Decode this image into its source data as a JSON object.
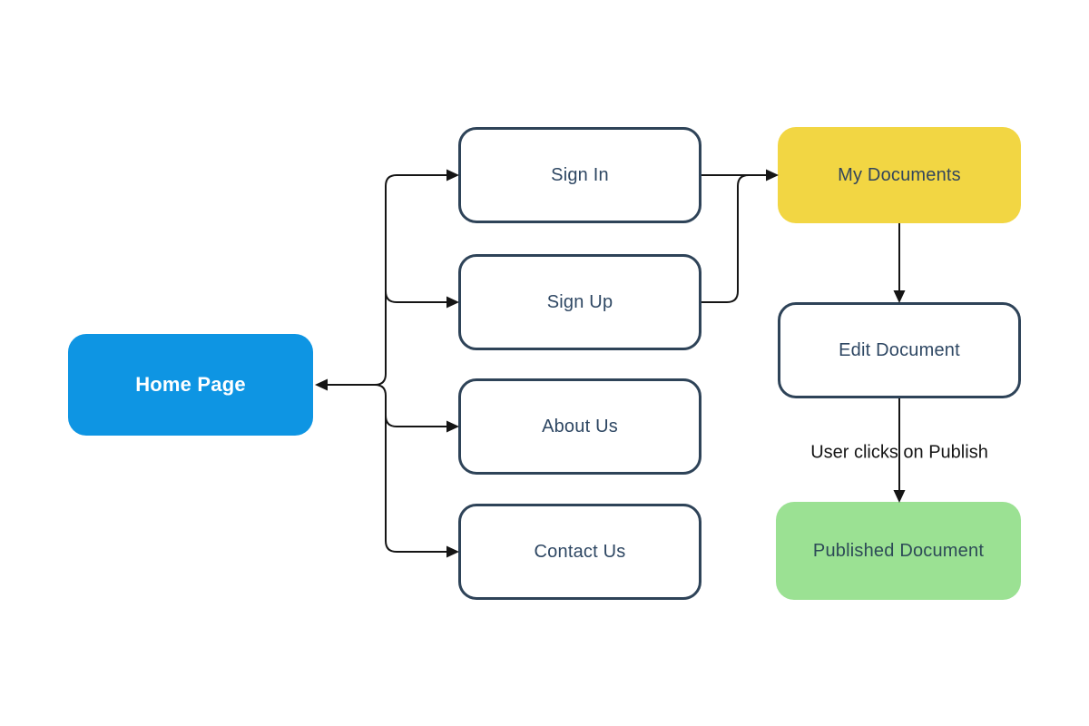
{
  "diagram": {
    "type": "flowchart",
    "background_color": "#ffffff",
    "line_color": "#151515",
    "nodes": {
      "home": {
        "label": "Home Page",
        "fill": "#0e95e3",
        "text_color": "#ffffff",
        "style": "filled"
      },
      "signin": {
        "label": "Sign In",
        "fill": "#ffffff",
        "border_color": "#2e4358",
        "text_color": "#2e4763",
        "style": "outlined"
      },
      "signup": {
        "label": "Sign Up",
        "fill": "#ffffff",
        "border_color": "#2e4358",
        "text_color": "#2e4763",
        "style": "outlined"
      },
      "about": {
        "label": "About Us",
        "fill": "#ffffff",
        "border_color": "#2e4358",
        "text_color": "#2e4763",
        "style": "outlined"
      },
      "contact": {
        "label": "Contact Us",
        "fill": "#ffffff",
        "border_color": "#2e4358",
        "text_color": "#2e4763",
        "style": "outlined"
      },
      "mydocs": {
        "label": "My Documents",
        "fill": "#f2d643",
        "text_color": "#33465c",
        "style": "filled"
      },
      "editdoc": {
        "label": "Edit Document",
        "fill": "#ffffff",
        "border_color": "#2e4358",
        "text_color": "#2e4763",
        "style": "outlined"
      },
      "published": {
        "label": "Published Document",
        "fill": "#9be193",
        "text_color": "#2d4a57",
        "style": "filled"
      }
    },
    "edges": {
      "publish_label": "User clicks on Publish",
      "connections": [
        {
          "from": "branch-trunk",
          "to": "home",
          "arrowhead": "into-home"
        },
        {
          "from": "branch-trunk",
          "to": "signin",
          "arrowhead": "into-signin"
        },
        {
          "from": "branch-trunk",
          "to": "signup",
          "arrowhead": "into-signup"
        },
        {
          "from": "branch-trunk",
          "to": "about",
          "arrowhead": "into-about"
        },
        {
          "from": "branch-trunk",
          "to": "contact",
          "arrowhead": "into-contact"
        },
        {
          "from": "signin",
          "to": "mydocs",
          "arrowhead": "into-mydocs"
        },
        {
          "from": "signup",
          "to": "mydocs",
          "arrowhead": "into-mydocs",
          "route": "merges-into-signin-line"
        },
        {
          "from": "mydocs",
          "to": "editdoc",
          "arrowhead": "into-editdoc"
        },
        {
          "from": "editdoc",
          "to": "published",
          "arrowhead": "into-published",
          "label": "User clicks on Publish"
        }
      ]
    }
  }
}
